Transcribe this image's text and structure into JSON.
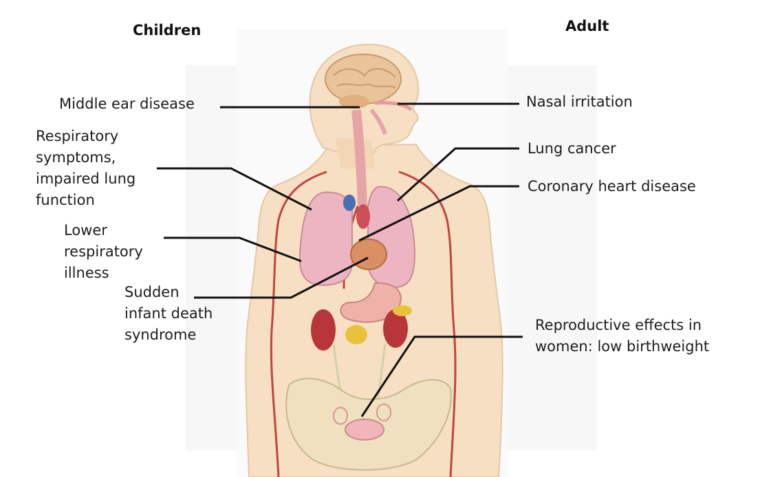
{
  "headings": {
    "left": "Children",
    "right": "Adult"
  },
  "children_effects": {
    "middle_ear": "Middle ear disease",
    "respiratory": [
      "Respiratory",
      "symptoms,",
      "impaired lung",
      "function"
    ],
    "lower_resp": [
      "Lower",
      "respiratory",
      "illness"
    ],
    "sids": [
      "Sudden",
      "infant death",
      "syndrome"
    ]
  },
  "adult_effects": {
    "nasal": "Nasal irritation",
    "lung_cancer": "Lung cancer",
    "chd": "Coronary heart disease",
    "reproductive": [
      "Reproductive effects in",
      "women: low birthweight"
    ]
  },
  "colors": {
    "skin": "#f6dfc2",
    "lung": "#ecb5c1",
    "brain": "#e9c39a",
    "vessel": "#c0453e",
    "line": "#111111"
  }
}
